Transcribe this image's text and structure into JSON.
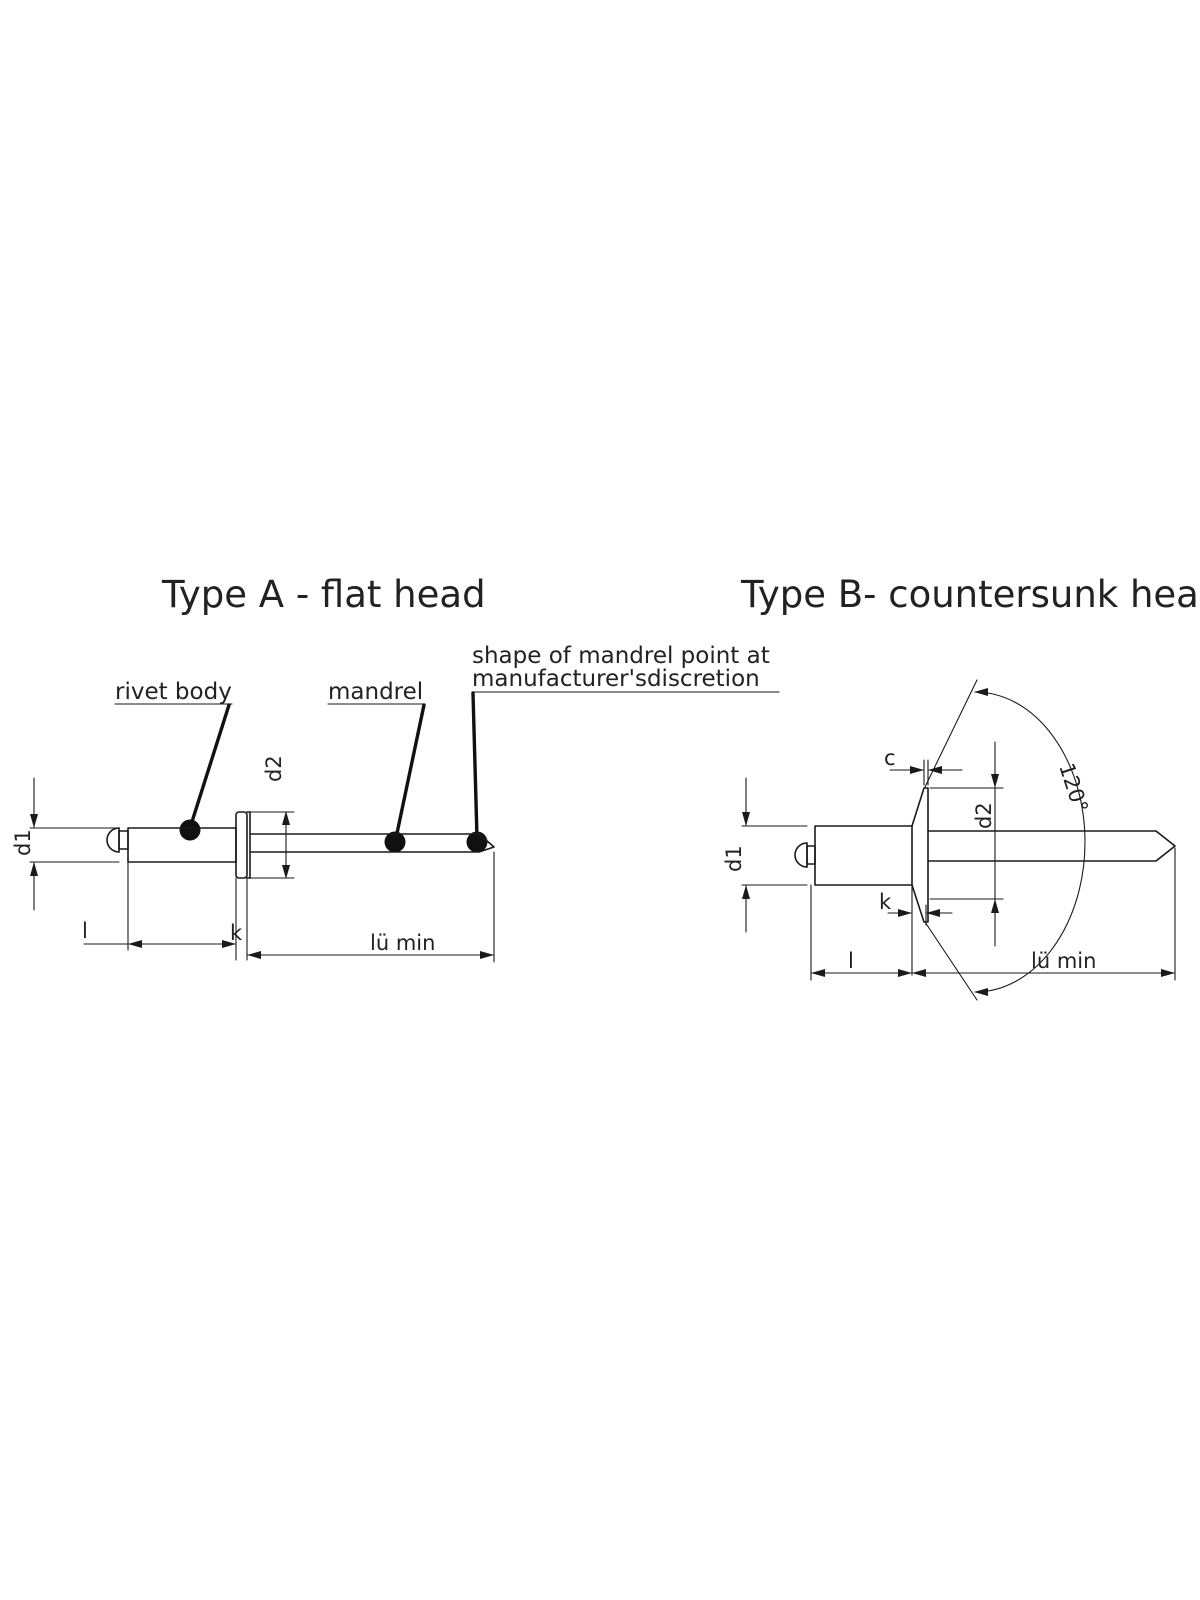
{
  "type_a": {
    "title": "Type A - flat head",
    "labels": {
      "rivet_body": "rivet body",
      "mandrel": "mandrel",
      "point_line1": "shape of mandrel point at",
      "point_line2": "manufacturer'sdiscretion"
    },
    "dims": {
      "d1": "d1",
      "d2": "d2",
      "l": "l",
      "k": "k",
      "lu": "lü min"
    }
  },
  "type_b": {
    "title": "Type B- countersunk head",
    "dims": {
      "c": "c",
      "d1": "d1",
      "d2": "d2",
      "k": "k",
      "l": "l",
      "lu": "lü min",
      "angle": "120°"
    }
  }
}
